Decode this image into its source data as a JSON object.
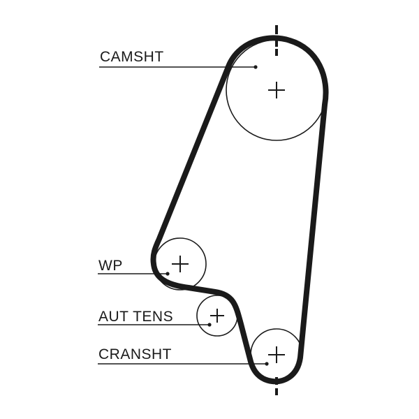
{
  "labels": {
    "camshaft": "CAMSHT",
    "water_pump": "WP",
    "auto_tensioner": "AUT TENS",
    "crankshaft": "CRANSHT"
  }
}
